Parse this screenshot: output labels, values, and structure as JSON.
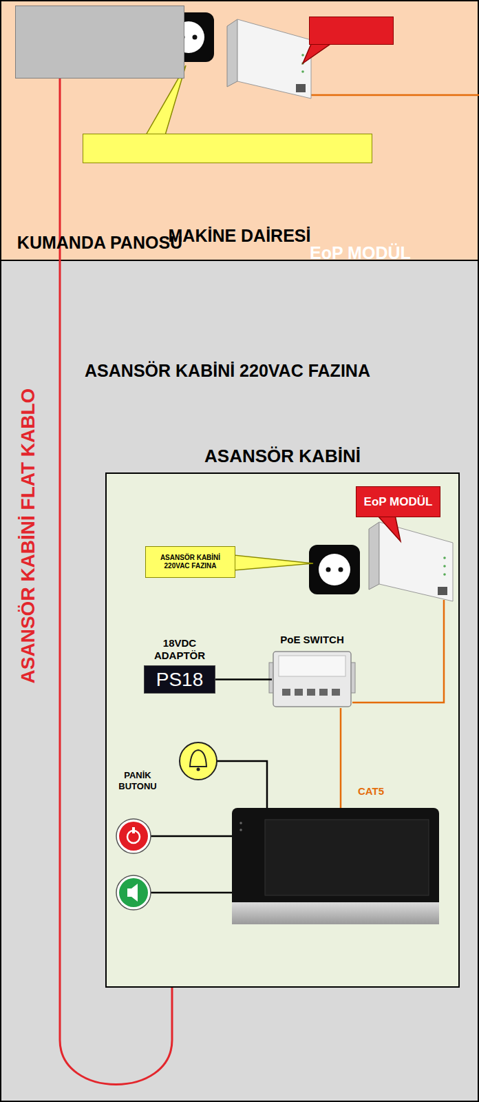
{
  "diagram": {
    "nodes": [
      {
        "text": [
          "MAKİNE DAİRESİ"
        ]
      },
      {
        "text": [
          "KUMANDA PANOSU"
        ],
        "in": 0
      },
      {
        "text": [
          "EoP MODÜL"
        ],
        "in": 0
      },
      {
        "text": [
          "ASANSÖR KABİNİ 220VAC FAZINA"
        ],
        "in": 0
      },
      {
        "text": [
          "ASANSÖR KABİNİ"
        ]
      },
      {
        "text": [
          "EoP MODÜL"
        ],
        "in": 4
      },
      {
        "text": [
          "ASANSÖR KABİNİ 220VAC FAZINA"
        ],
        "in": 4
      },
      {
        "text": [
          "18VDC ADAPTÖR",
          "PS18"
        ],
        "in": 4
      },
      {
        "text": [
          "PoE SWITCH"
        ],
        "in": 4
      }
    ],
    "edges": [
      {
        "from": 7,
        "to": 8,
        "arrow": "none"
      }
    ],
    "labels": [
      "ASANSÖR KABİNİ FLAT KABLO",
      "PANİK BUTONU",
      "CAT5"
    ]
  }
}
